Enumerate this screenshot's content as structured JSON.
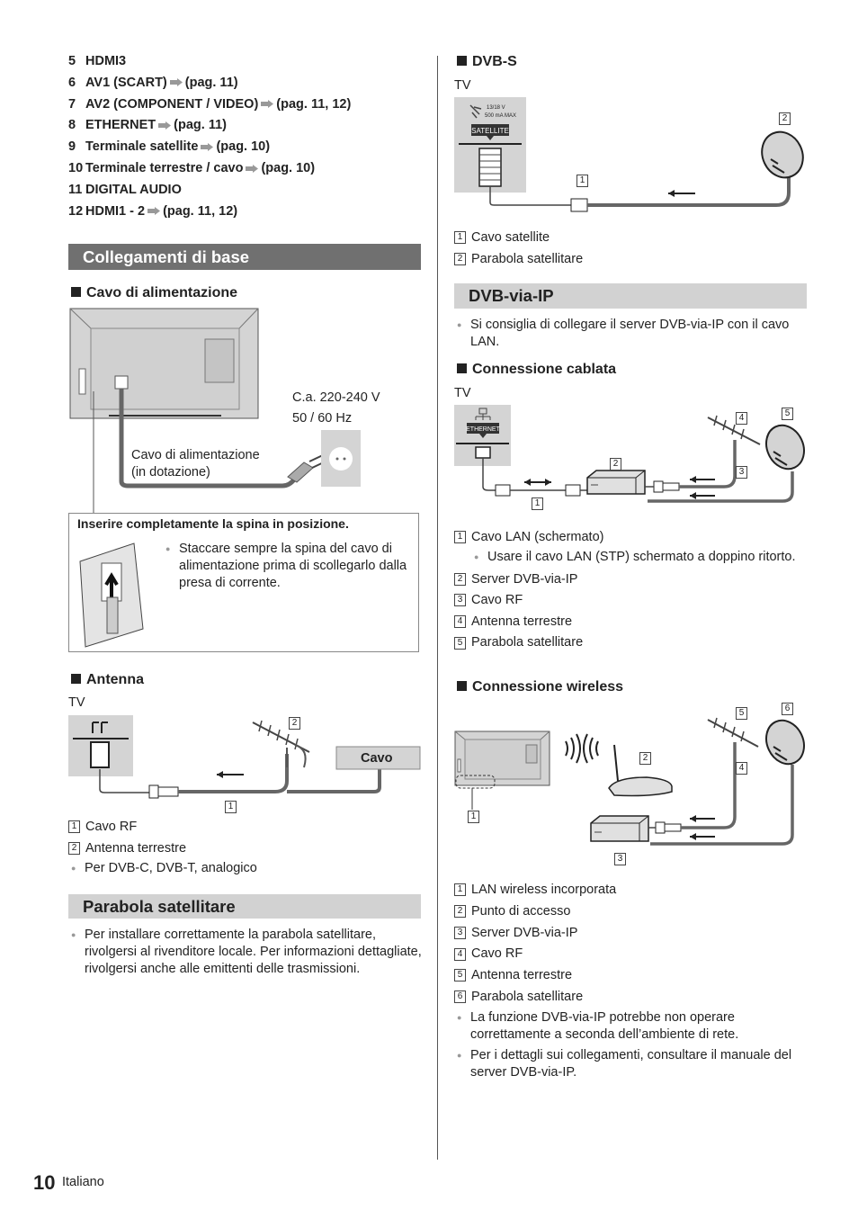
{
  "list": [
    {
      "n": "5",
      "label": "HDMI3",
      "ref": ""
    },
    {
      "n": "6",
      "label": "AV1 (SCART)",
      "ref": "(pag. 11)"
    },
    {
      "n": "7",
      "label": "AV2 (COMPONENT / VIDEO)",
      "ref": "(pag. 11, 12)"
    },
    {
      "n": "8",
      "label": "ETHERNET",
      "ref": "(pag. 11)"
    },
    {
      "n": "9",
      "label": "Terminale satellite",
      "ref": "(pag. 10)"
    },
    {
      "n": "10",
      "label": "Terminale terrestre / cavo",
      "ref": "(pag. 10)"
    },
    {
      "n": "11",
      "label": "DIGITAL AUDIO",
      "ref": ""
    },
    {
      "n": "12",
      "label": "HDMI1 - 2",
      "ref": "(pag. 11, 12)"
    }
  ],
  "collegamenti": {
    "title": "Collegamenti di base",
    "cavo_title": "Cavo di alimentazione",
    "voltage": "C.a. 220-240 V",
    "freq": "50 / 60 Hz",
    "cable_label1": "Cavo di alimentazione",
    "cable_label2": "(in dotazione)",
    "box_title": "Inserire completamente la spina in posizione.",
    "box_bullet": "Staccare sempre la spina del cavo di alimentazione prima di scollegarlo dalla presa di corrente."
  },
  "antenna": {
    "title": "Antenna",
    "tv": "TV",
    "cavo": "Cavo",
    "items": [
      {
        "n": "1",
        "label": "Cavo RF"
      },
      {
        "n": "2",
        "label": "Antenna terrestre"
      }
    ],
    "bullet": "Per DVB-C, DVB-T, analogico"
  },
  "parabola": {
    "title": "Parabola satellitare",
    "bullet": "Per installare correttamente la parabola satellitare, rivolgersi al rivenditore locale. Per informazioni dettagliate, rivolgersi anche alle emittenti delle trasmissioni."
  },
  "dvbs": {
    "title": "DVB-S",
    "tv": "TV",
    "spec1": "13/18 V",
    "spec2": "500 mA MAX",
    "port": "SATELLITE",
    "items": [
      {
        "n": "1",
        "label": "Cavo satellite"
      },
      {
        "n": "2",
        "label": "Parabola satellitare"
      }
    ]
  },
  "dvbip": {
    "title": "DVB-via-IP",
    "bullet": "Si consiglia di collegare il server DVB-via-IP con il cavo LAN.",
    "cablata_title": "Connessione cablata",
    "tv": "TV",
    "port": "ETHERNET",
    "cablata_items": [
      {
        "n": "1",
        "label": "Cavo LAN (schermato)"
      },
      {
        "n": "2",
        "label": "Server DVB-via-IP"
      },
      {
        "n": "3",
        "label": "Cavo RF"
      },
      {
        "n": "4",
        "label": "Antenna terrestre"
      },
      {
        "n": "5",
        "label": "Parabola satellitare"
      }
    ],
    "cablata_sub": "Usare il cavo LAN (STP) schermato a doppino ritorto.",
    "wireless_title": "Connessione wireless",
    "wireless_items": [
      {
        "n": "1",
        "label": "LAN wireless incorporata"
      },
      {
        "n": "2",
        "label": "Punto di accesso"
      },
      {
        "n": "3",
        "label": "Server DVB-via-IP"
      },
      {
        "n": "4",
        "label": "Cavo RF"
      },
      {
        "n": "5",
        "label": "Antenna terrestre"
      },
      {
        "n": "6",
        "label": "Parabola satellitare"
      }
    ],
    "wireless_bullets": [
      "La funzione DVB-via-IP potrebbe non operare correttamente a seconda dell’ambiente di rete.",
      "Per i dettagli sui collegamenti, consultare il manuale del server DVB-via-IP."
    ]
  },
  "footer": {
    "page": "10",
    "lang": "Italiano"
  },
  "colors": {
    "header_dark": "#707070",
    "header_light": "#d2d2d2",
    "diagram_gray": "#d4d4d4"
  }
}
